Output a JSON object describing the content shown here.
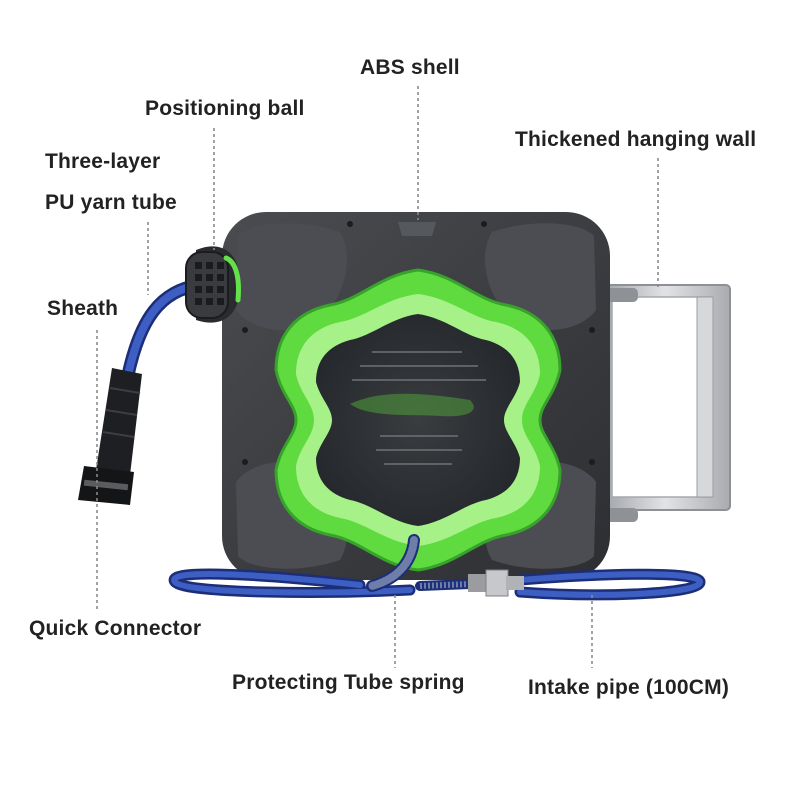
{
  "labels": {
    "abs_shell": "ABS shell",
    "positioning_ball": "Positioning ball",
    "three_layer": "Three-layer",
    "pu_yarn_tube": "PU yarn tube",
    "thickened_hanging_wall": "Thickened hanging wall",
    "sheath": "Sheath",
    "quick_connector": "Quick Connector",
    "protecting_tube_spring": "Protecting Tube spring",
    "intake_pipe": "Intake pipe (100CM)"
  },
  "colors": {
    "housing": "#3b3d41",
    "housing_dark": "#2a2c2f",
    "frame_green": "#66e04a",
    "hose_blue": "#2f4fb0",
    "bracket": "#c7c9cc",
    "leader": "#8a8a8a",
    "text": "#222222"
  },
  "icons": {
    "product": "hose-reel-illustration"
  }
}
